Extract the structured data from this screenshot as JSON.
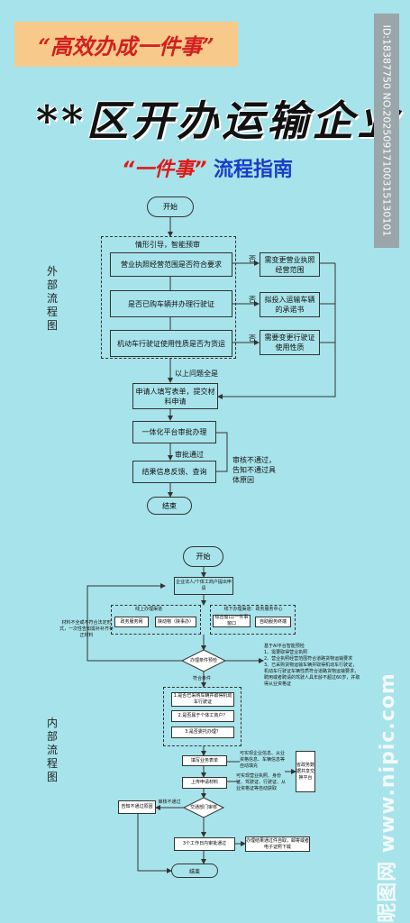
{
  "header": {
    "banner": "“高效办成一件事”",
    "title_main": "**区开办运输企业",
    "title_quote": "“一件事”",
    "title_guide": "流程指南"
  },
  "id_text": "ID:18387750 NO.20250917100315130101",
  "watermark": "昵图网 www.nipic.com",
  "external": {
    "section_label": "外部流程图",
    "start": "开始",
    "guide_label": "情形引导，智能预审",
    "q1": "营业执照经营范围是否符合要求",
    "q2": "是否已购车辆并办理行驶证",
    "q3": "机动车行驶证使用性质是否为货运",
    "no": "否",
    "a1": "需变更营业执照经营范围",
    "a2": "拟投入运输车辆的承诺书",
    "a3": "需要变更行驶证使用性质",
    "all_yes": "以上问题全是",
    "fill": "申请人填写表单，提交材料申请",
    "platform": "一体化平台审批办理",
    "approved": "审批通过",
    "feedback": "结果信息反馈、查询",
    "reject": "审核不通过，告知不通过具体原因",
    "end": "结束"
  },
  "internal": {
    "section_label": "内部流程图",
    "start": "开始",
    "apply": "企业法人/个体工商户提出申请",
    "online_title": "线上办理渠道",
    "online_a": "政务服务网",
    "online_b": "陕动物（陕事办）",
    "offline_title": "线下办理渠道：政务服务中心",
    "offline_a": "综合窗口/一件事窗口",
    "offline_b": "自助服务终端",
    "not_ok": "材料不全或不符合法定形式，一次性告知需补补齐补正材料",
    "precheck": "办理条件预检",
    "ai_title": "基于AI平台智能预检",
    "ai_items": [
      "1、需要取得营业执照",
      "2、营业执照经营范围符合道路货物运输要求",
      "3、已采购货物运输车辆并取得机动车行驶证，机动车行驶证车辆性质符合道路货物运输要求，聘用或者聘请的驾驶人具年龄不超过60岁，并取得从业资格证"
    ],
    "qualified": "符合条件",
    "checks": [
      "1.是否已采购车辆并取得机动车行驶证",
      "2.是否属于个体工商户？",
      "3.是否委托办理？"
    ],
    "fill_info": "填写业务表单",
    "fill_note": "可实现企业信息、从业资格信息、车辆信息等自动填充",
    "upload": "上传申请材料",
    "upload_note": "可实现营业执照、身份证、驾驶证、行驶证、从业资格证等自动获取",
    "sidebox": "省政务数据共享交换平台",
    "dept_review": "交通部门审核",
    "review_fail": "审核不通过",
    "notify_fail": "告知不通过原因",
    "within": "3个工作日内审批通过",
    "result": "办理结果通过件自取，邮寄或者电子证照下载",
    "end": "结束"
  }
}
